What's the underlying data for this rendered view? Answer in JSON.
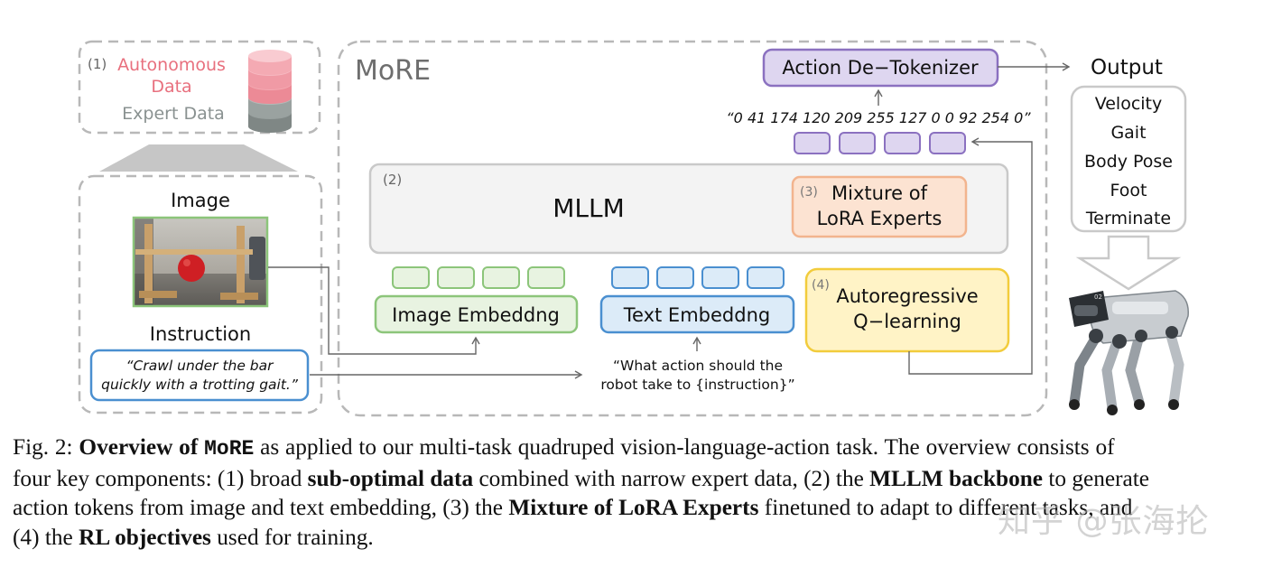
{
  "figure": {
    "source_box": {
      "index": "(1)",
      "autonomous_label": "Autonomous Data",
      "autonomous_line1": "Autonomous",
      "autonomous_line2": "Data",
      "expert_label": "Expert Data"
    },
    "input_panel": {
      "image_label": "Image",
      "instruction_label": "Instruction",
      "instruction_text_line1": "“Crawl under the bar",
      "instruction_text_line2": "quickly with a trotting gait.”"
    },
    "more": {
      "title": "MoRE",
      "mllm_index": "(2)",
      "mllm_label": "MLLM",
      "lora_index": "(3)",
      "lora_line1": "Mixture of",
      "lora_line2": "LoRA Experts",
      "image_embedding": "Image Embeddng",
      "text_embedding": "Text Embeddng",
      "prompt_line1": "“What action should the",
      "prompt_line2": "robot take to {instruction}”",
      "rl_index": "(4)",
      "rl_line1": "Autoregressive",
      "rl_line2": "Q−learning",
      "token_string": "“0 41 174 120 209 255 127 0 0 92 254 0”",
      "detokenizer": "Action De−Tokenizer"
    },
    "output": {
      "title": "Output",
      "items": [
        "Velocity",
        "Gait",
        "Body Pose",
        "Foot",
        "Terminate"
      ]
    },
    "colors": {
      "autonomous": "#e8707e",
      "expert": "#8a9291",
      "image_embedding_fill": "#e8f3e1",
      "image_embedding_stroke": "#8cc57a",
      "text_embedding_fill": "#dcebf8",
      "text_embedding_stroke": "#4a8fd0",
      "lora_fill": "#fce3d2",
      "lora_stroke": "#f2b48e",
      "rl_fill": "#fff3c6",
      "rl_stroke": "#f2cc3c",
      "detokenizer_fill": "#ded6f0",
      "detokenizer_stroke": "#8b71c0",
      "dashed_border": "#b8b8b8"
    }
  },
  "caption": {
    "fig_label": "Fig. 2:",
    "bold_overview": "Overview of",
    "method_name": "MoRE",
    "seg1": "as applied to our multi-task quadruped vision-language-action task. The overview consists of",
    "seg2": "four key components: (1) broad",
    "bold_data": "sub-optimal data",
    "seg3": "combined with narrow expert data, (2) the",
    "bold_backbone": "MLLM backbone",
    "seg4": "to generate",
    "seg5": "action tokens from image and text embedding, (3) the",
    "bold_lora": "Mixture of LoRA Experts",
    "seg6": "finetuned to adapt to different tasks, and",
    "seg7": "(4) the",
    "bold_rl": "RL objectives",
    "seg8": "used for training."
  },
  "watermark": "知乎 @张海抡"
}
